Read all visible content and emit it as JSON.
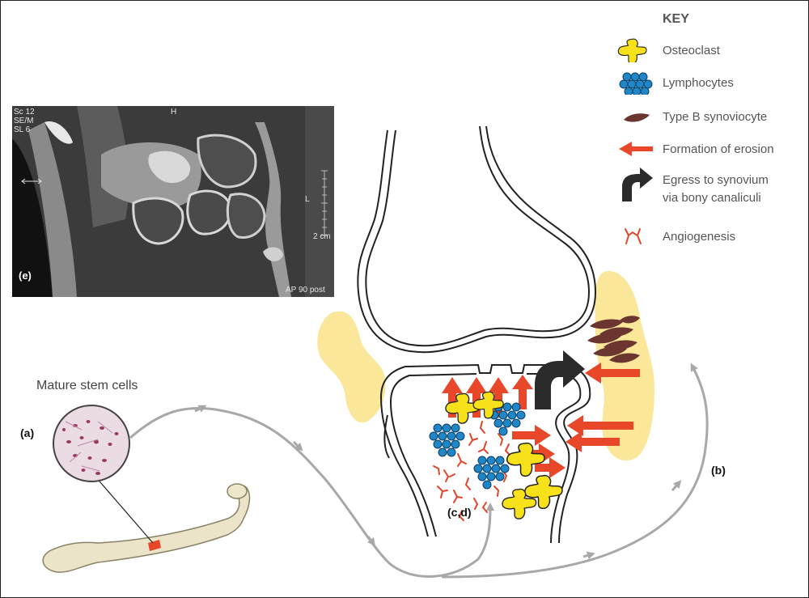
{
  "key": {
    "title": "KEY",
    "items": [
      {
        "icon": "osteoclast-icon",
        "label": "Osteoclast"
      },
      {
        "icon": "lymphocytes-icon",
        "label": "Lymphocytes"
      },
      {
        "icon": "synoviocyte-icon",
        "label": "Type B synoviocyte"
      },
      {
        "icon": "erosion-arrow-icon",
        "label": "Formation of erosion"
      },
      {
        "icon": "egress-arrow-icon",
        "label": "Egress to synovium",
        "label2": "via bony canaliculi"
      },
      {
        "icon": "angiogenesis-icon",
        "label": "Angiogenesis"
      }
    ]
  },
  "labels": {
    "mature_stem_cells": "Mature stem cells",
    "a": "(a)",
    "b": "(b)",
    "cd": "(c,d)",
    "e": "(e)"
  },
  "mri": {
    "top_left_lines": [
      "Sc 12",
      "SE/M",
      "SL 6"
    ],
    "top_marker": "H",
    "scale_mark": "L",
    "scale_label": "2 cm",
    "bottom_right": "AP 90 post"
  },
  "colors": {
    "osteoclast": "#f7e11a",
    "lymphocyte": "#1f86c8",
    "synoviocyte": "#6b3530",
    "erosion_arrow": "#e8472a",
    "egress_arrow": "#2b2b2b",
    "vessels": "#e0452a",
    "synovium": "#fbe79a",
    "flow_arrow": "#a8a8a8"
  }
}
